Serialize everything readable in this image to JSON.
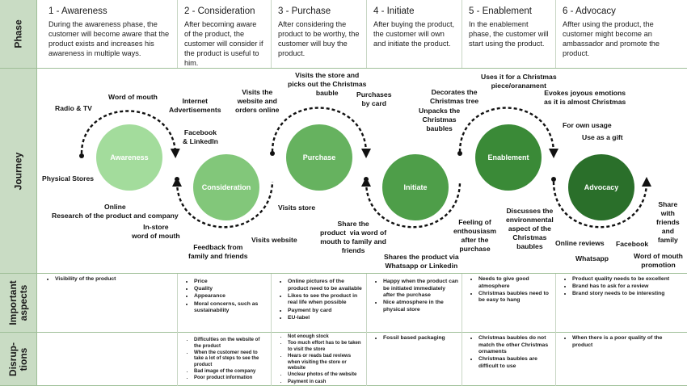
{
  "row_labels": {
    "phase": "Phase",
    "journey": "Journey",
    "important": "Important aspects",
    "disruptions": "Disrup- tions"
  },
  "phases": [
    {
      "title": "1 - Awareness",
      "desc": "During the awareness phase, the customer will become aware that the product exists and increases his awareness in multiple ways."
    },
    {
      "title": "2 - Consideration",
      "desc": "After becoming aware of the product, the customer will consider if the product is useful to him."
    },
    {
      "title": "3 - Purchase",
      "desc": "After considering the product to be worthy, the customer will buy the product."
    },
    {
      "title": "4 - Initiate",
      "desc": "After buying the product, the customer will own and initiate the product."
    },
    {
      "title": "5 - Enablement",
      "desc": "In the enablement phase, the customer will start using the product."
    },
    {
      "title": "6 - Advocacy",
      "desc": "Affter using the product, the customer might become an ambassador and promote the product."
    }
  ],
  "journey": {
    "circles": [
      "Awareness",
      "Consideration",
      "Purchase",
      "Initiate",
      "Enablement",
      "Advocacy"
    ],
    "colors": [
      "#a3dc9c",
      "#82c77a",
      "#66b25f",
      "#4e9e49",
      "#3a8a37",
      "#2a6f2a"
    ],
    "labels": {
      "radio_tv": "Radio & TV",
      "word_of_mouth_1": "Word of mouth",
      "physical_stores": "Physical Stores",
      "online_research": "Online\nResearch of the product and company",
      "instore_wom": "In-store\nword of mouth",
      "internet_ads": "Internet\nAdvertisements",
      "facebook_linkedin": "Facebook\n& LinkedIn",
      "feedback": "Feedback from\nfamily and friends",
      "visits_website_1": "Visits the\nwebsite and\norders online",
      "visits_store_pickup": "Visits the store and\npicks out the Christmas\nbauble",
      "purchases_card": "Purchases\nby card",
      "visits_store": "Visits store",
      "visits_website_2": "Visits website",
      "decorates": "Decorates the\nChristmas tree",
      "unpacks": "Unpacks the\nChristmas\nbaubles",
      "share_wom": "Share the\nproduct  via word of\nmouth to family and\nfriends",
      "shares_whatsapp": "Shares the product via\nWhatsapp or Linkedin",
      "enthousiasm": "Feeling of\nenthousiasm\nafter the\npurchase",
      "uses_piece": "Uses it for a Christmas\npiece/oranament",
      "joyous": "Evokes joyous emotions\nas it is almost Christmas",
      "own_usage": "For own usage",
      "gift": "Use as a gift",
      "environmental": "Discusses the\nenvironmental\naspect of the\nChristmas\nbaubles",
      "online_reviews": "Online reviews",
      "facebook": "Facebook",
      "whatsapp": "Whatsapp",
      "wom_promotion": "Word of mouth\npromotion",
      "share_friends": "Share\nwith\nfriends\nand\nfamily"
    }
  },
  "important": [
    [
      "Visibility of the product"
    ],
    [
      "Price",
      "Quality",
      "Appearance",
      "Moral concerns, such as sustainability"
    ],
    [
      "Online pictures of the product need to be available",
      "Likes to see the product in real life when possible",
      "Payment by card",
      "EU-label"
    ],
    [
      "Happy when the product can be initiated immediately after the purchase",
      "Nice atmosphere in the physical store"
    ],
    [
      "Needs to give good atmosphere",
      "Christmas baubles need to be easy to hang"
    ],
    [
      "Product quality needs to be excellent",
      "Brand has to ask for a review",
      "Brand story needs to be interesting"
    ]
  ],
  "disruptions": [
    [],
    [
      "Difficulties on the website of the product",
      "When the customer need to take a lot of steps to see the product",
      "Bad image of the company",
      "Poor product information"
    ],
    [
      "Not enough stock",
      "Too much effort has to be taken to visit the store",
      "Hears or reads bad reviews when visiting the store or website",
      "Unclear photos of the website",
      "Payment in cash"
    ],
    [
      "Fossil based packaging"
    ],
    [
      "Christmas baubles do not match the other Christmas ornaments",
      "Christmas baubles are difficult to use"
    ],
    [
      "When there is a poor quality of the product"
    ]
  ]
}
